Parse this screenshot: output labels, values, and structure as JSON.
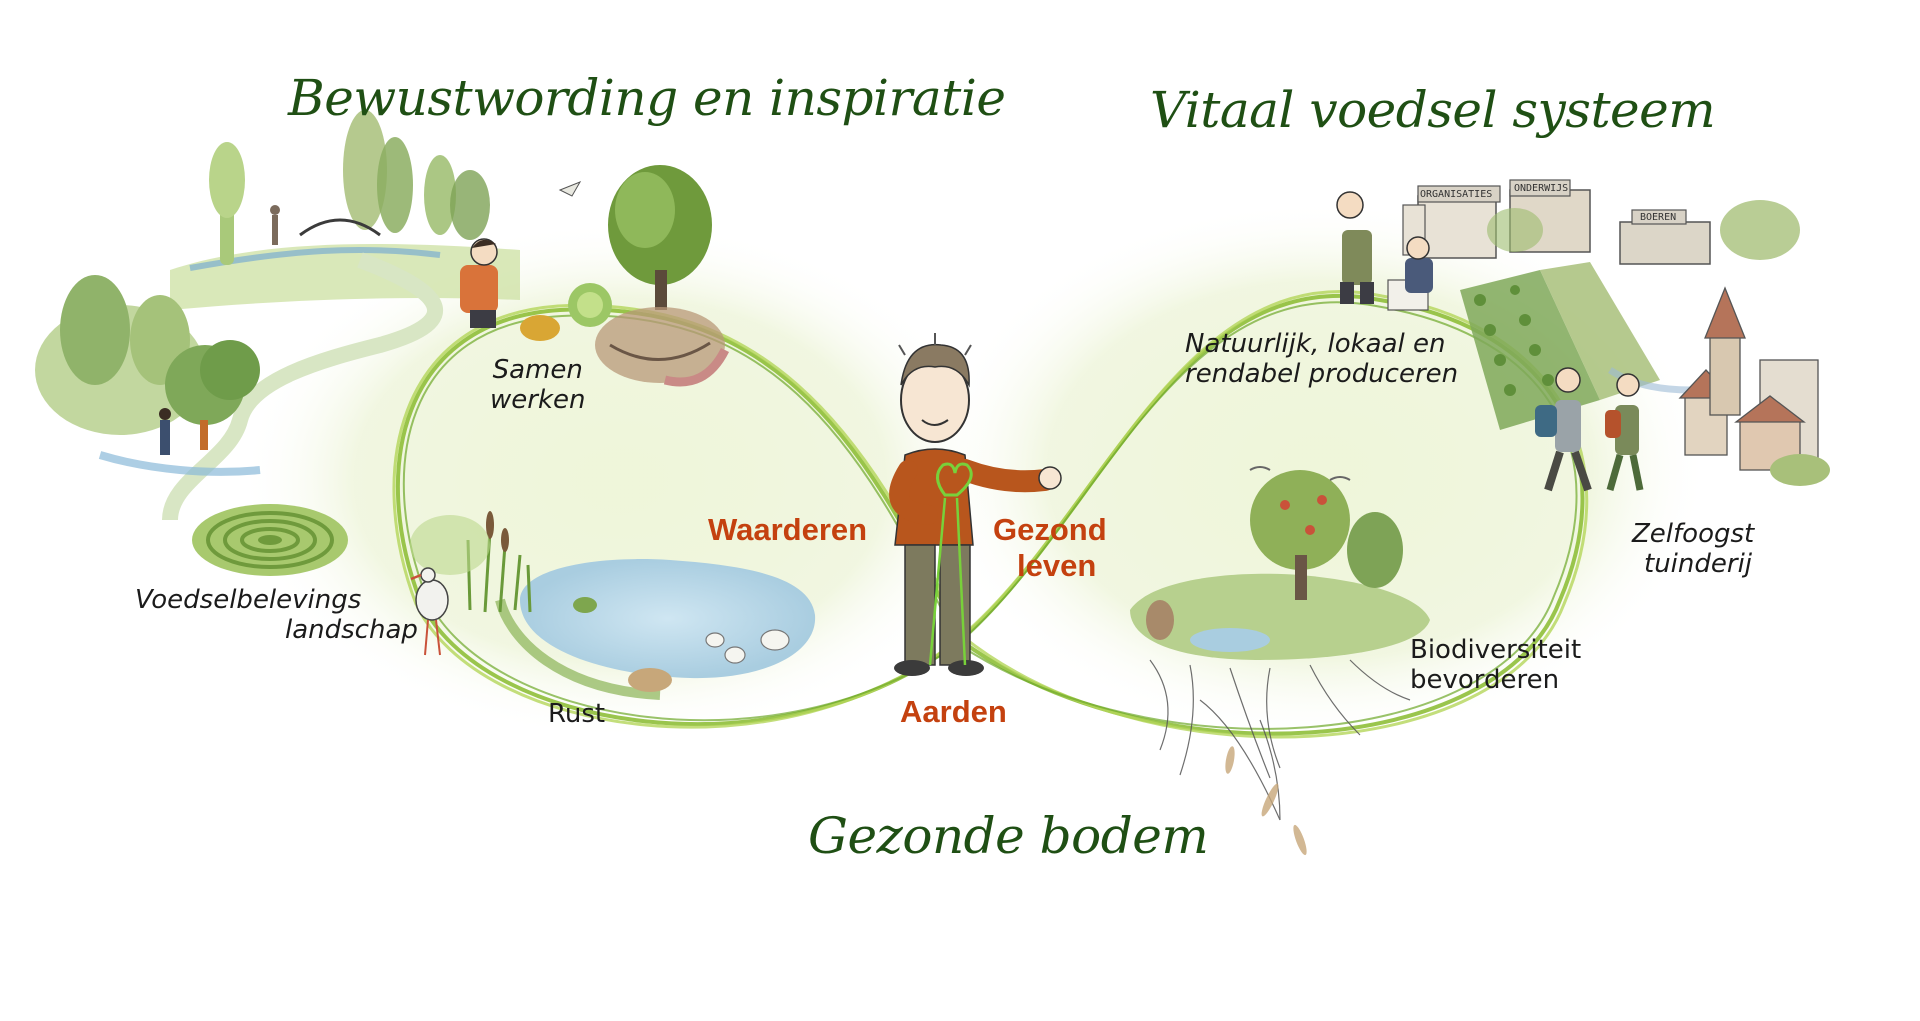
{
  "headings": {
    "left": "Bewustwording en inspiratie",
    "right": "Vitaal voedsel systeem",
    "bottom": "Gezonde bodem"
  },
  "labels": {
    "samen": [
      "Samen",
      "werken"
    ],
    "voedsel": [
      "Voedselbelevings",
      "landschap"
    ],
    "rust": "Rust",
    "natuurlijk": [
      "Natuurlijk, lokaal en",
      "rendabel produceren"
    ],
    "zelfoogst": [
      "Zelfoogst",
      "tuinderij"
    ],
    "biodiversiteit": [
      "Biodiversiteit",
      "bevorderen"
    ]
  },
  "core_words": {
    "waarderen": "Waarderen",
    "gezond": [
      "Gezond",
      "leven"
    ],
    "aarden": "Aarden"
  },
  "signs": {
    "organisaties": "ORGANISATIES",
    "onderwijs": "ONDERWIJS",
    "boeren": "BOEREN"
  },
  "colors": {
    "heading": "#1f4f14",
    "core": "#c4410f",
    "loop": "#8fbf3a",
    "glow": "#e3efc4",
    "text": "#1b1b1b"
  }
}
